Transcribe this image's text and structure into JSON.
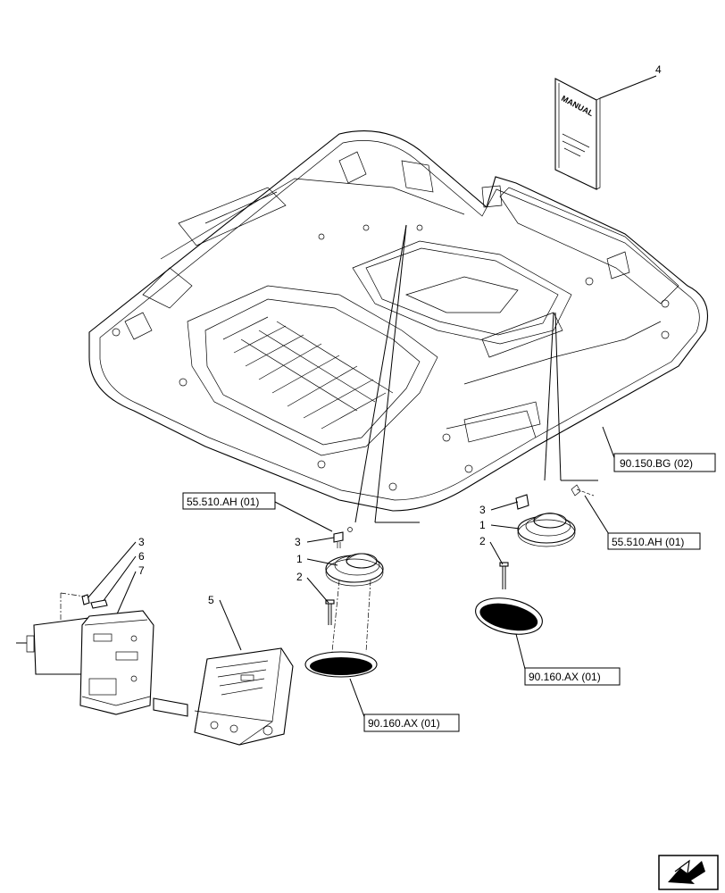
{
  "callouts": {
    "n4": "4",
    "left_spk": {
      "n3": "3",
      "n1": "1",
      "n2": "2"
    },
    "right_spk": {
      "n3": "3",
      "n1": "1",
      "n2": "2"
    },
    "radio": {
      "n3": "3",
      "n6": "6",
      "n7": "7",
      "n5": "5"
    }
  },
  "refs": {
    "roof_ref": "90.150.BG (02)",
    "left_wire_ref": "55.510.AH (01)",
    "right_wire_ref": "55.510.AH (01)",
    "left_grille_ref": "90.160.AX (01)",
    "right_grille_ref": "90.160.AX (01)"
  },
  "manual": {
    "cover_text": "MANUAL"
  },
  "nav": {
    "icon": "next-page-arrow-icon"
  }
}
